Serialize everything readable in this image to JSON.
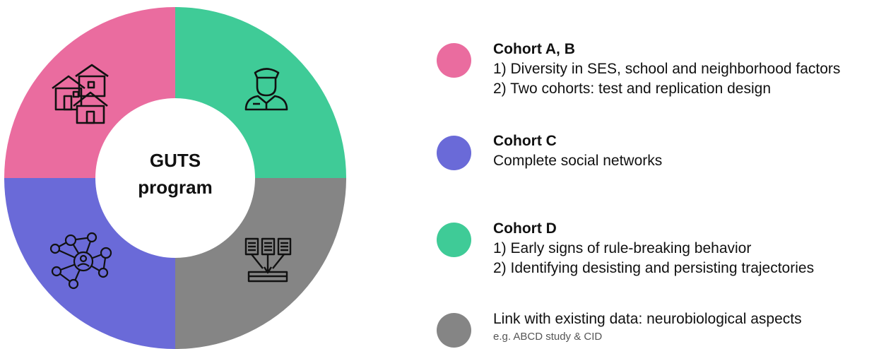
{
  "center": {
    "line1": "GUTS",
    "line2": "program"
  },
  "segments": [
    {
      "id": "cohort-ab",
      "color": "#EA6C9F",
      "icon": "houses-icon"
    },
    {
      "id": "cohort-d",
      "color": "#3FCB97",
      "icon": "officer-icon"
    },
    {
      "id": "link-data",
      "color": "#858585",
      "icon": "documents-database-icon"
    },
    {
      "id": "cohort-c",
      "color": "#6A6AD8",
      "icon": "social-network-icon"
    }
  ],
  "legend": {
    "cohort_ab": {
      "color": "#EA6C9F",
      "title": "Cohort A, B",
      "lines": [
        "1) Diversity in SES, school and neighborhood factors",
        "2) Two cohorts: test and replication design"
      ]
    },
    "cohort_c": {
      "color": "#6A6AD8",
      "title": "Cohort C",
      "lines": [
        "Complete social networks"
      ]
    },
    "cohort_d": {
      "color": "#3FCB97",
      "title": "Cohort D",
      "lines": [
        "1) Early signs of rule-breaking behavior",
        "2) Identifying desisting and persisting trajectories"
      ]
    },
    "link_data": {
      "color": "#858585",
      "line": "Link with existing data: neurobiological aspects",
      "sub": "e.g. ABCD study & CID"
    }
  }
}
